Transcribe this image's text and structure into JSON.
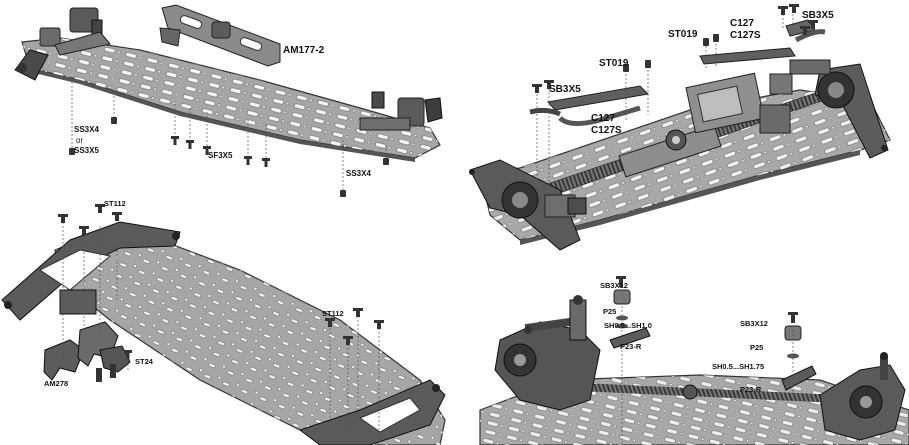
{
  "colors": {
    "plate": "#a7a7a7",
    "plate_edge": "#3a3a3a",
    "part_dark": "#4d4d4d",
    "part_mid": "#7a7a7a",
    "belt": "#2c2c2c",
    "leader": "#555555"
  },
  "panel_top_left": {
    "labels": {
      "am177": "AM177-2",
      "ss3x4_left": "SS3X4",
      "or": "or",
      "ss3x5": "SS3X5",
      "sf3x5": "SF3X5",
      "ss3x4_right": "SS3X4"
    }
  },
  "panel_top_right": {
    "labels": {
      "st019_a": "ST019",
      "st019_b": "ST019",
      "c127_a": "C127",
      "c127s_a": "C127S",
      "c127_b": "C127",
      "c127s_b": "C127S",
      "sb3x5_a": "SB3X5",
      "sb3x5_b": "SB3X5"
    }
  },
  "panel_bottom_left": {
    "labels": {
      "st112_a": "ST112",
      "st112_b": "ST112",
      "st24": "ST24",
      "am278": "AM278"
    }
  },
  "panel_bottom_right": {
    "labels": {
      "sb3x12_a": "SB3X12",
      "p25_a": "P25",
      "sh_a": "SH0.5...SH1.0",
      "p23r_a": "P23-R",
      "sb3x12_b": "SB3X12",
      "p25_b": "P25",
      "sh_b": "SH0.5...SH1.75",
      "p23r_b": "P23-R"
    }
  }
}
